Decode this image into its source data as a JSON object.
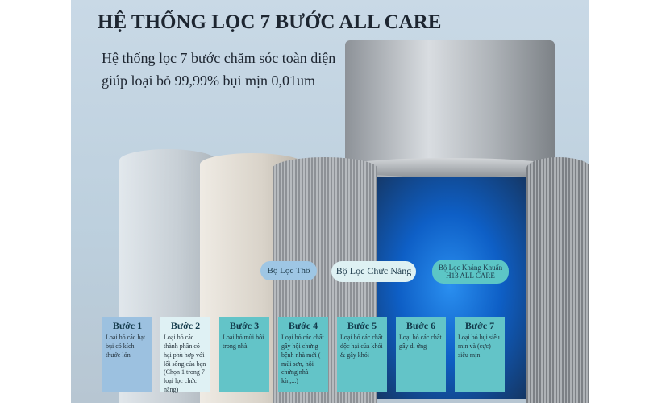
{
  "title": "HỆ THỐNG LỌC 7 BƯỚC ALL CARE",
  "subtitle": [
    "Hệ thống lọc 7 bước chăm sóc toàn diện",
    "giúp loại bỏ 99,99% bụi mịn 0,01um"
  ],
  "filters": [
    "Bộ Lọc Thô",
    "Bộ Lọc Chức Năng",
    "Bộ Lọc Kháng Khuẩn",
    "H13 ALL CARE"
  ],
  "steps": [
    {
      "title": "Bước 1",
      "text": "Loại bỏ các hạt bụi có kích thước lớn"
    },
    {
      "title": "Bước 2",
      "text": "Loại bỏ các thành phần có hại phù hợp với lối sống của bạn (Chọn 1 trong 7 loại lọc chức năng)"
    },
    {
      "title": "Bước 3",
      "text": "Loại bỏ mùi hôi trong nhà"
    },
    {
      "title": "Bước 4",
      "text": "Loại bỏ các chất gây hội chứng bệnh nhà mới ( mùi sơn, hội chứng nhà kín,...)"
    },
    {
      "title": "Bước 5",
      "text": "Loại bỏ các chất độc hại của khói & gây khói"
    },
    {
      "title": "Bước 6",
      "text": "Loại bỏ các chất gây dị ứng"
    },
    {
      "title": "Bước 7",
      "text": "Loại bỏ bụi siêu mịn và (cực) siêu mịn"
    }
  ]
}
